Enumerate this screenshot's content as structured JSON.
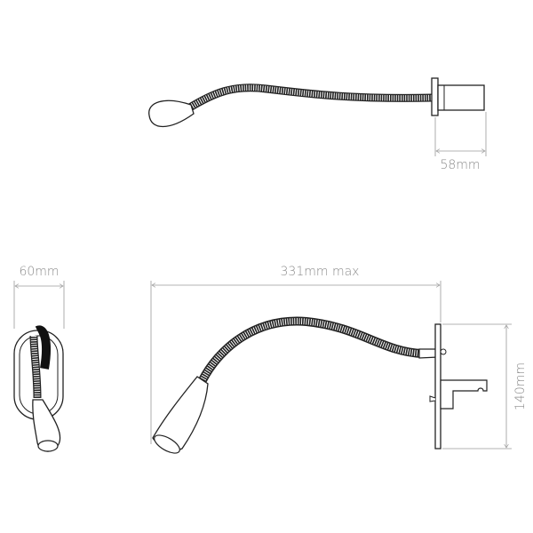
{
  "title": "Wall reading light dimension drawing",
  "dimensions": {
    "depth": "58mm",
    "plate_width": "60mm",
    "max_reach": "331mm max",
    "plate_height": "140mm"
  },
  "colors": {
    "line": "#222222",
    "dimension": "#9a9a9a"
  }
}
